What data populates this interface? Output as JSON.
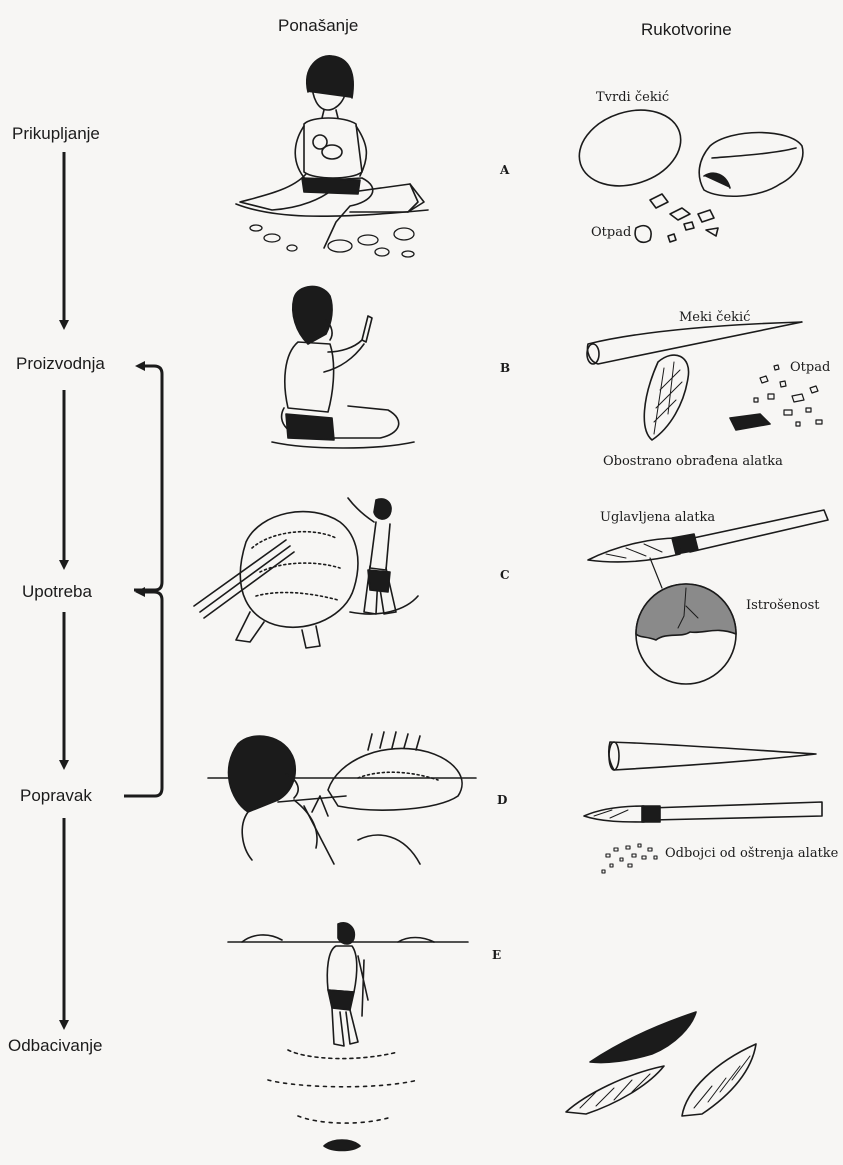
{
  "headers": {
    "behavior": "Ponašanje",
    "artifacts": "Rukotvorine"
  },
  "stages": [
    "Prikupljanje",
    "Proizvodnja",
    "Upotreba",
    "Popravak",
    "Odbacivanje"
  ],
  "rows": [
    {
      "letter": "A",
      "captions": [
        "Tvrdi čekić",
        "Otpad"
      ]
    },
    {
      "letter": "B",
      "captions": [
        "Meki čekić",
        "Otpad",
        "Obostrano obrađena alatka"
      ]
    },
    {
      "letter": "C",
      "captions": [
        "Uglavljena alatka",
        "Istrošenost"
      ]
    },
    {
      "letter": "D",
      "captions": [
        "Odbojci od oštrenja alatke"
      ]
    },
    {
      "letter": "E",
      "captions": []
    }
  ],
  "colors": {
    "ink": "#1b1b1b",
    "paper": "#f7f6f4",
    "wear_shading": "#8a8a8a"
  }
}
